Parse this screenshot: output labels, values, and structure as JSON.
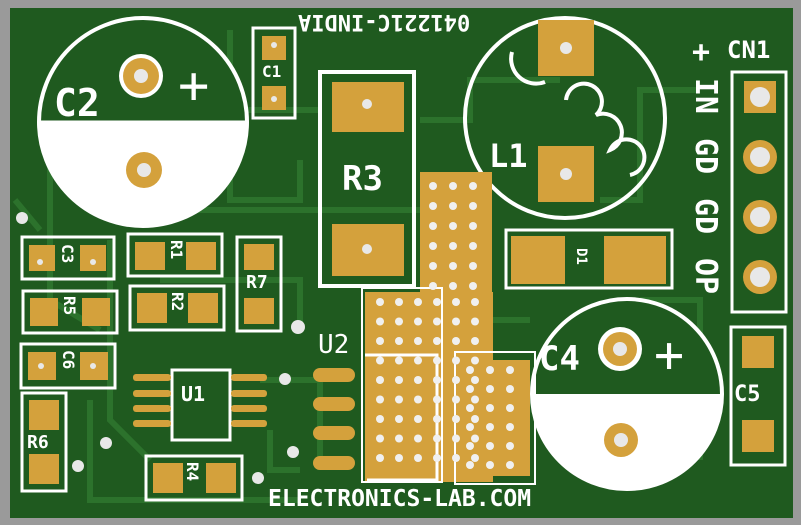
{
  "board": {
    "top_text": "041221C-INDIA",
    "bottom_text": "ELECTRONICS-LAB.COM"
  },
  "components": {
    "c1": "C1",
    "c2": "C2",
    "c2_polarity": "+",
    "c3": "C3",
    "c4": "C4",
    "c4_polarity": "+",
    "c5": "C5",
    "c6": "C6",
    "r1": "R1",
    "r2": "R2",
    "r3": "R3",
    "r4": "R4",
    "r5": "R5",
    "r6": "R6",
    "r7": "R7",
    "l1": "L1",
    "d1": "D1",
    "u1": "U1",
    "u2": "U2",
    "cn1": "CN1"
  },
  "connector": {
    "plus": "+",
    "pins": [
      "IN",
      "GD",
      "GD",
      "OP"
    ]
  },
  "colors": {
    "board_green": "#1f5a1f",
    "trace_green": "#2f7a2f",
    "copper_pad": "#d4a13c",
    "silkscreen": "#ffffff",
    "edge": "#9a9a9a"
  }
}
